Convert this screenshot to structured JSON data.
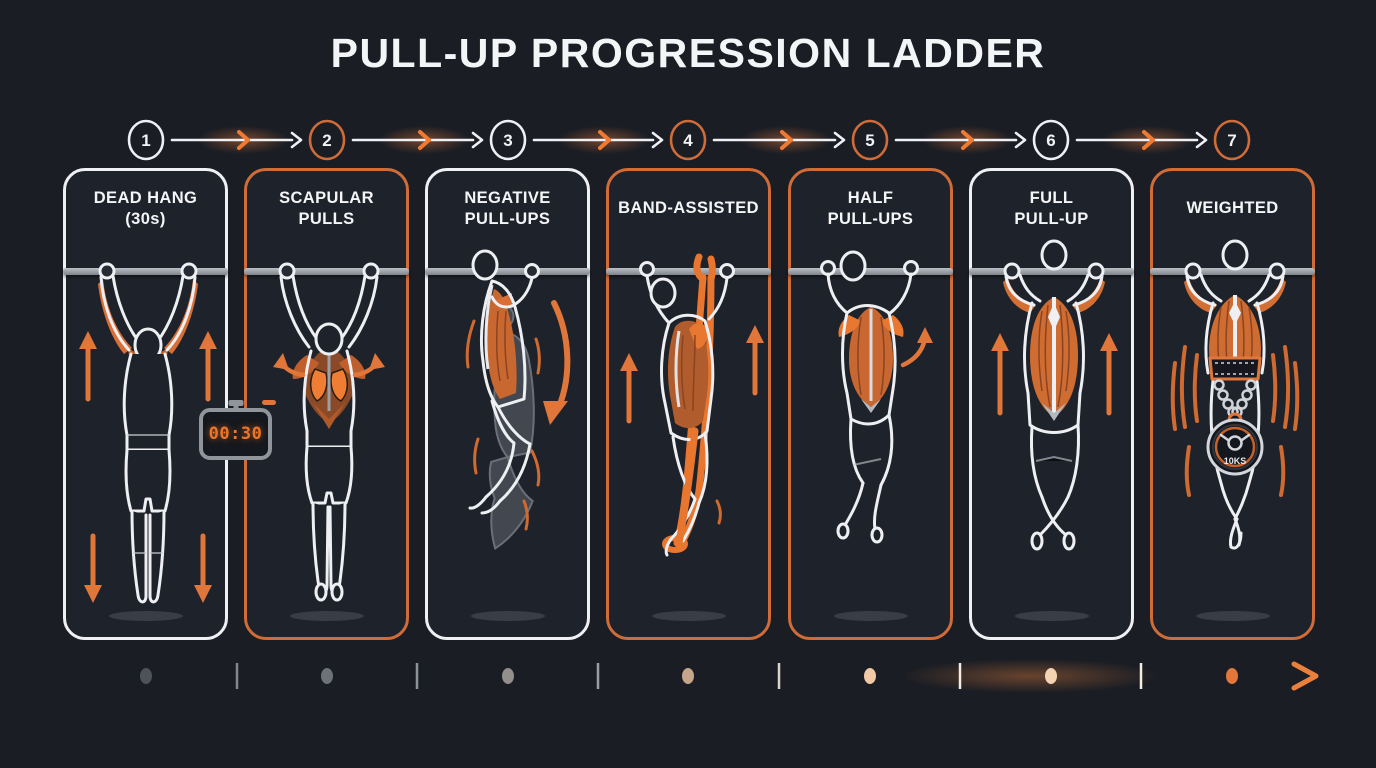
{
  "title": "PULL-UP PROGRESSION LADDER",
  "steps": [
    {
      "number": "1",
      "line1": "DEAD HANG",
      "line2": "(30s)",
      "accent": "white"
    },
    {
      "number": "2",
      "line1": "SCAPULAR",
      "line2": "PULLS",
      "accent": "orange"
    },
    {
      "number": "3",
      "line1": "NEGATIVE",
      "line2": "PULL-UPS",
      "accent": "white"
    },
    {
      "number": "4",
      "line1": "BAND-ASSISTED",
      "line2": "",
      "accent": "orange"
    },
    {
      "number": "5",
      "line1": "HALF",
      "line2": "PULL-UPS",
      "accent": "orange"
    },
    {
      "number": "6",
      "line1": "FULL",
      "line2": "PULL-UP",
      "accent": "white"
    },
    {
      "number": "7",
      "line1": "WEIGHTED",
      "line2": "",
      "accent": "orange"
    }
  ],
  "timer": {
    "value": "00:30"
  },
  "weight_plate": {
    "label": "10KS"
  },
  "colors": {
    "background": "#1a1d24",
    "card_background": "#1e222a",
    "orange_accent": "#e0763a",
    "white_accent": "#eef0f3",
    "bar_gray": "#9aa0a6"
  }
}
